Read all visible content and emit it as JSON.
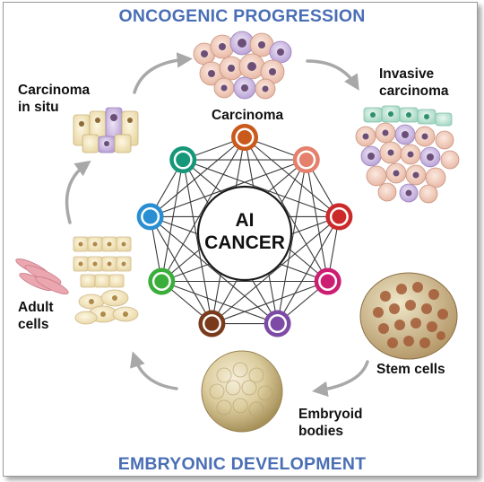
{
  "title_top": "ONCOGENIC PROGRESSION",
  "title_bottom": "EMBRYONIC DEVELOPMENT",
  "center": {
    "line1": "AI",
    "line2": "CANCER"
  },
  "stages": {
    "carcinoma": "Carcinoma",
    "carcinoma_in_situ": [
      "Carcinoma",
      "in situ"
    ],
    "invasive_carcinoma": [
      "Invasive",
      "carcinoma"
    ],
    "adult_cells": [
      "Adult",
      "cells"
    ],
    "stem_cells": "Stem cells",
    "embryoid_bodies": [
      "Embryoid",
      "bodies"
    ]
  },
  "node_colors": [
    "#c95a1c",
    "#e4806c",
    "#cc2a2a",
    "#cc1e72",
    "#7d4aa5",
    "#7a3a1c",
    "#3aae3a",
    "#2a8fd2",
    "#16977a"
  ],
  "colors": {
    "heading": "#4a6fb5",
    "arrow": "#a8a8a8",
    "network_lines": "#3a3a3a"
  }
}
